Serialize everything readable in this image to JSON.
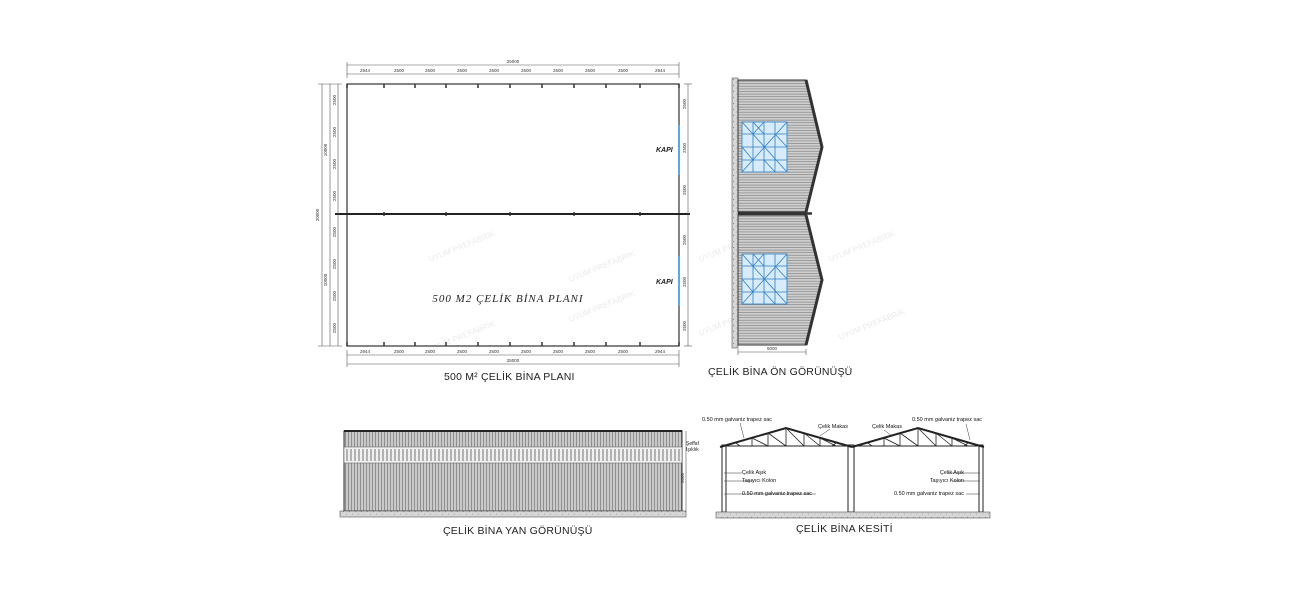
{
  "plan": {
    "title": "500 M2 ÇELİK BİNA PLANI",
    "caption": "500 M² ÇELİK BİNA PLANI",
    "door_label": "KAPI",
    "overall_width": "25000",
    "overall_depth": "20000",
    "half_depth": "10000",
    "span_dims": [
      "2944",
      "2500",
      "2500",
      "2500",
      "2500",
      "2500",
      "2500",
      "2500",
      "2500",
      "2944"
    ],
    "side_dims": [
      "2500",
      "2500",
      "2500",
      "2500"
    ]
  },
  "front_view": {
    "caption": "ÇELİK BİNA ÖN GÖRÜNÜŞÜ",
    "width_dim": "5000"
  },
  "side_view": {
    "caption": "ÇELİK BİNA YAN GÖRÜNÜŞÜ",
    "skylight_label_1": "Şeffaf",
    "skylight_label_2": "Işıklık",
    "height_dim": "5000"
  },
  "section": {
    "caption": "ÇELİK BİNA KESİTİ",
    "labels": {
      "roof_sheet_left": "0.50 mm galvaniz trapez sac",
      "roof_sheet_right": "0.50 mm galvaniz trapez sac",
      "truss_left": "Çelik Makas",
      "truss_right": "Çelik Makas",
      "purlin_left": "Çelik Aşık",
      "purlin_right": "Çelik Aşık",
      "column_left": "Taşıyıcı Kolon",
      "column_right": "Taşıyıcı Kolon",
      "wall_sheet_left": "0.50 mm galvaniz trapez sac",
      "wall_sheet_right": "0.50 mm galvaniz trapez sac"
    }
  },
  "watermark": "UYUM PREFABRİK",
  "colors": {
    "line": "#333333",
    "glass": "#5aa9e6",
    "wall_stripe": "#777777"
  }
}
